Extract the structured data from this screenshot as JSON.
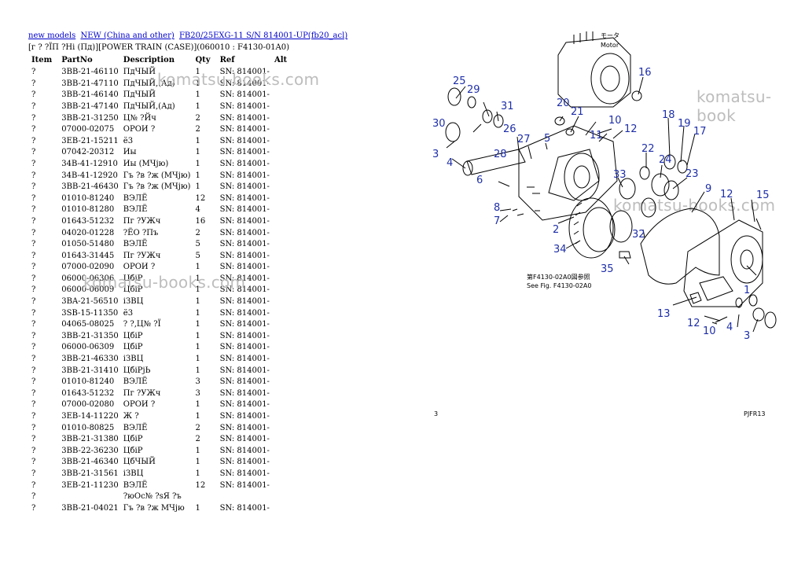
{
  "breadcrumbs": [
    "new models",
    "NEW (China and other)",
    "FB20/25EXG-11 S/N 814001-UP(fb20_acl)"
  ],
  "subtitle": "[г ? ?ЇП ?Hi (Пд)][POWER TRAIN (CASE)](060010 : F4130-01A0)",
  "table": {
    "headers": [
      "Item",
      "PartNo",
      "Description",
      "Qty",
      "Ref",
      "Alt"
    ],
    "rows": [
      [
        "?",
        "3BB-21-46110",
        "ПдЧЫЙ",
        "1",
        "SN: 814001-"
      ],
      [
        "?",
        "3BB-21-47110",
        "ПдЧЫЙ,(Ад)",
        "1",
        "SN: 814001-"
      ],
      [
        "?",
        "3BB-21-46140",
        "ПдЧЫЙ",
        "1",
        "SN: 814001-"
      ],
      [
        "?",
        "3BB-21-47140",
        "ПдЧЫЙ,(Ад)",
        "1",
        "SN: 814001-"
      ],
      [
        "?",
        "3BB-21-31250",
        "Ц№ ?Йч",
        "2",
        "SN: 814001-"
      ],
      [
        "?",
        "07000-02075",
        "ОРОИ ?",
        "2",
        "SN: 814001-"
      ],
      [
        "?",
        "3EB-21-15211",
        "ё3",
        "1",
        "SN: 814001-"
      ],
      [
        "?",
        "07042-20312",
        "Иы",
        "1",
        "SN: 814001-"
      ],
      [
        "?",
        "34B-41-12910",
        "Иы (МЧјю)",
        "1",
        "SN: 814001-"
      ],
      [
        "?",
        "34B-41-12920",
        "Гъ ?в ?ж (МЧјю)",
        "1",
        "SN: 814001-"
      ],
      [
        "?",
        "3BB-21-46430",
        "Гъ ?в ?ж (МЧјю)",
        "1",
        "SN: 814001-"
      ],
      [
        "?",
        "01010-81240",
        "ВЭЛЁ",
        "12",
        "SN: 814001-"
      ],
      [
        "?",
        "01010-81280",
        "ВЭЛЁ",
        "4",
        "SN: 814001-"
      ],
      [
        "?",
        "01643-51232",
        "Пг ?УЖч",
        "16",
        "SN: 814001-"
      ],
      [
        "?",
        "04020-01228",
        "?ЁО ?Пъ",
        "2",
        "SN: 814001-"
      ],
      [
        "?",
        "01050-51480",
        "ВЭЛЁ",
        "5",
        "SN: 814001-"
      ],
      [
        "?",
        "01643-31445",
        "Пг ?УЖч",
        "5",
        "SN: 814001-"
      ],
      [
        "?",
        "07000-02090",
        "ОРОИ ?",
        "1",
        "SN: 814001-"
      ],
      [
        "?",
        "06000-06306",
        "ЦбіР",
        "1",
        "SN: 814001-"
      ],
      [
        "?",
        "06000-06009",
        "ЦбіР",
        "1",
        "SN: 814001-"
      ],
      [
        "?",
        "3BA-21-56510",
        "іЗВЦ",
        "1",
        "SN: 814001-"
      ],
      [
        "?",
        "3SB-15-11350",
        "ё3",
        "1",
        "SN: 814001-"
      ],
      [
        "?",
        "04065-08025",
        "? ?,Ц№ ?Ї",
        "1",
        "SN: 814001-"
      ],
      [
        "?",
        "3BB-21-31350",
        "ЦбіР",
        "1",
        "SN: 814001-"
      ],
      [
        "?",
        "06000-06309",
        "ЦбіР",
        "1",
        "SN: 814001-"
      ],
      [
        "?",
        "3BB-21-46330",
        "іЗВЦ",
        "1",
        "SN: 814001-"
      ],
      [
        "?",
        "3BB-21-31410",
        "ЦбіРјЬ",
        "1",
        "SN: 814001-"
      ],
      [
        "?",
        "01010-81240",
        "ВЭЛЁ",
        "3",
        "SN: 814001-"
      ],
      [
        "?",
        "01643-51232",
        "Пг ?УЖч",
        "3",
        "SN: 814001-"
      ],
      [
        "?",
        "07000-02080",
        "ОРОИ ?",
        "1",
        "SN: 814001-"
      ],
      [
        "?",
        "3EB-14-11220",
        "Ж ?",
        "1",
        "SN: 814001-"
      ],
      [
        "?",
        "01010-80825",
        "ВЭЛЁ",
        "2",
        "SN: 814001-"
      ],
      [
        "?",
        "3BB-21-31380",
        "ЦбіР",
        "2",
        "SN: 814001-"
      ],
      [
        "?",
        "3BB-22-36230",
        "ЦбіР",
        "1",
        "SN: 814001-"
      ],
      [
        "?",
        "3BB-21-46340",
        "ЦбЧЫЙ",
        "1",
        "SN: 814001-"
      ],
      [
        "?",
        "3BB-21-31561",
        "іЗВЦ",
        "1",
        "SN: 814001-"
      ],
      [
        "?",
        "3EB-21-11230",
        "ВЭЛЁ",
        "12",
        "SN: 814001-"
      ],
      [
        "?",
        "",
        "?юОс№ ?sЯ ?ъ",
        "",
        ""
      ],
      [
        "?",
        "3BB-21-04021",
        "Гъ ?в ?ж МЧјю",
        "1",
        "SN: 814001-"
      ]
    ]
  },
  "watermarks": [
    "komatsu-books.com",
    "komatsu-books.com",
    "komatsu-books.com",
    "komatsu-book"
  ],
  "diagram": {
    "motor_label_jp": "モータ",
    "motor_label_en": "Motor",
    "see_fig_jp": "第F4130-02A0図参照",
    "see_fig_en": "See Fig. F4130-02A0",
    "page_left": "3",
    "page_right": "PJFR13",
    "callouts": [
      "25",
      "29",
      "31",
      "30",
      "3",
      "4",
      "26",
      "27",
      "5",
      "28",
      "20",
      "21",
      "16",
      "10",
      "12",
      "11",
      "18",
      "19",
      "17",
      "22",
      "24",
      "23",
      "33",
      "6",
      "8",
      "7",
      "9",
      "2",
      "34",
      "32",
      "35",
      "12",
      "15",
      "1",
      "13",
      "12",
      "10",
      "4",
      "3"
    ]
  }
}
